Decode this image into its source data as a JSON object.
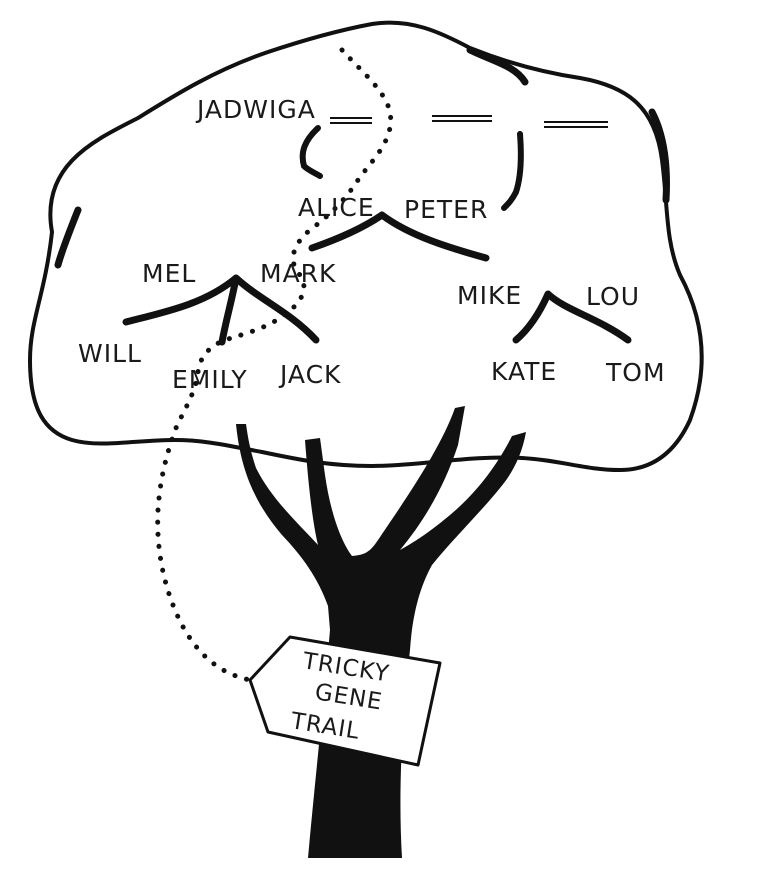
{
  "people": {
    "jadwiga": "JADWIGA",
    "alice": "ALICE",
    "peter": "PETER",
    "mel": "MEL",
    "mark": "MARK",
    "mike": "MIKE",
    "lou": "LOU",
    "will": "WILL",
    "emily": "EMILY",
    "jack": "JACK",
    "kate": "KATE",
    "tom": "TOM"
  },
  "sign": {
    "line1": "TRICKY",
    "line2": "GENE",
    "line3": "TRAIL"
  },
  "colors": {
    "ink": "#111111",
    "paper": "#ffffff"
  }
}
